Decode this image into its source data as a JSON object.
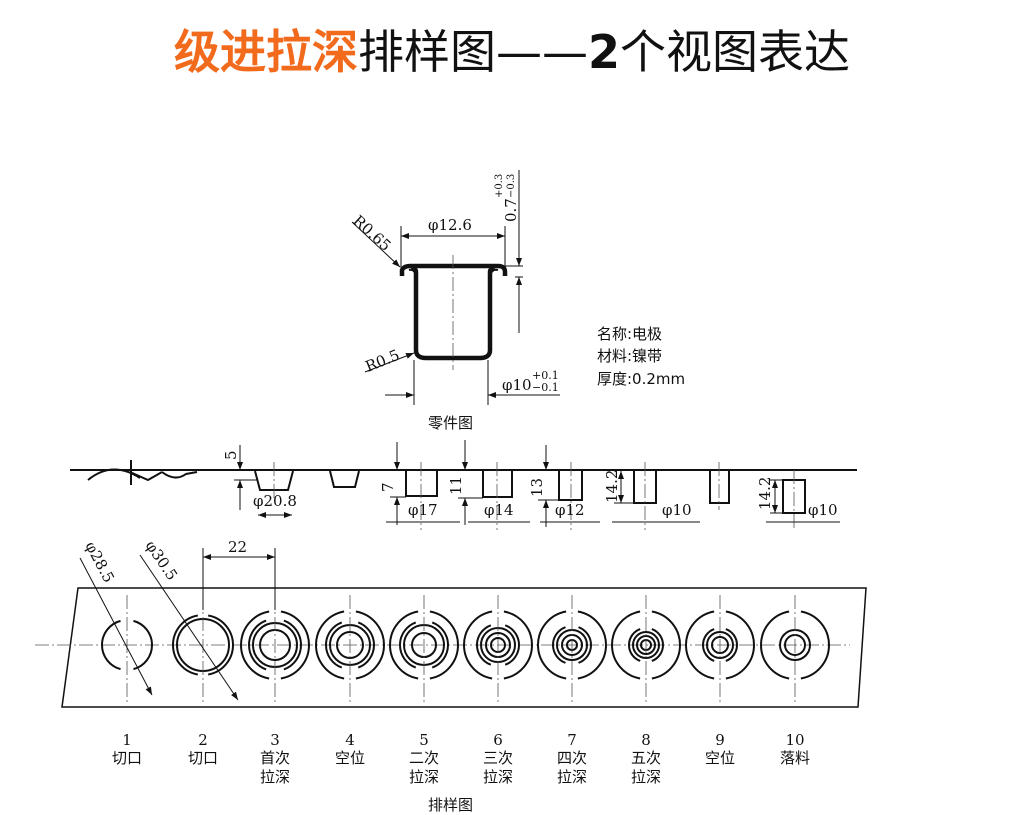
{
  "title": {
    "highlight": "级进拉深",
    "part1": "排样图——",
    "number": "2",
    "part2": "个视图表达"
  },
  "part_drawing": {
    "caption": "零件图",
    "dims": {
      "flange_dia": "φ12.6",
      "flange_radius": "R0.65",
      "bottom_radius": "R0.5",
      "flange_thk": "0.7",
      "flange_thk_tol_upper": "+0.3",
      "flange_thk_tol_lower": "−0.3",
      "body_dia": "φ10",
      "body_tol_upper": "+0.1",
      "body_tol_lower": "−0.1"
    },
    "info": [
      "名称:电极",
      "材料:镍带",
      "厚度:0.2mm"
    ]
  },
  "side_view": {
    "dims": {
      "d1": "5",
      "d1_dia": "φ20.8",
      "d2": "7",
      "d2_dia": "φ17",
      "d3": "11",
      "d3_dia": "φ14",
      "d4": "13",
      "d4_dia": "φ12",
      "d5": "14.2",
      "d5_dia": "φ10",
      "d6": "14.2",
      "d6_dia": "φ10"
    }
  },
  "plan_view": {
    "caption": "排样图",
    "dims": {
      "cut_dia_1": "φ28.5",
      "cut_dia_2": "φ30.5",
      "pitch": "22"
    },
    "stations": [
      {
        "num": "1",
        "l1": "切口",
        "l2": ""
      },
      {
        "num": "2",
        "l1": "切口",
        "l2": ""
      },
      {
        "num": "3",
        "l1": "首次",
        "l2": "拉深"
      },
      {
        "num": "4",
        "l1": "空位",
        "l2": ""
      },
      {
        "num": "5",
        "l1": "二次",
        "l2": "拉深"
      },
      {
        "num": "6",
        "l1": "三次",
        "l2": "拉深"
      },
      {
        "num": "7",
        "l1": "四次",
        "l2": "拉深"
      },
      {
        "num": "8",
        "l1": "五次",
        "l2": "拉深"
      },
      {
        "num": "9",
        "l1": "空位",
        "l2": ""
      },
      {
        "num": "10",
        "l1": "落料",
        "l2": ""
      }
    ]
  },
  "colors": {
    "accent": "#f26b1d"
  }
}
